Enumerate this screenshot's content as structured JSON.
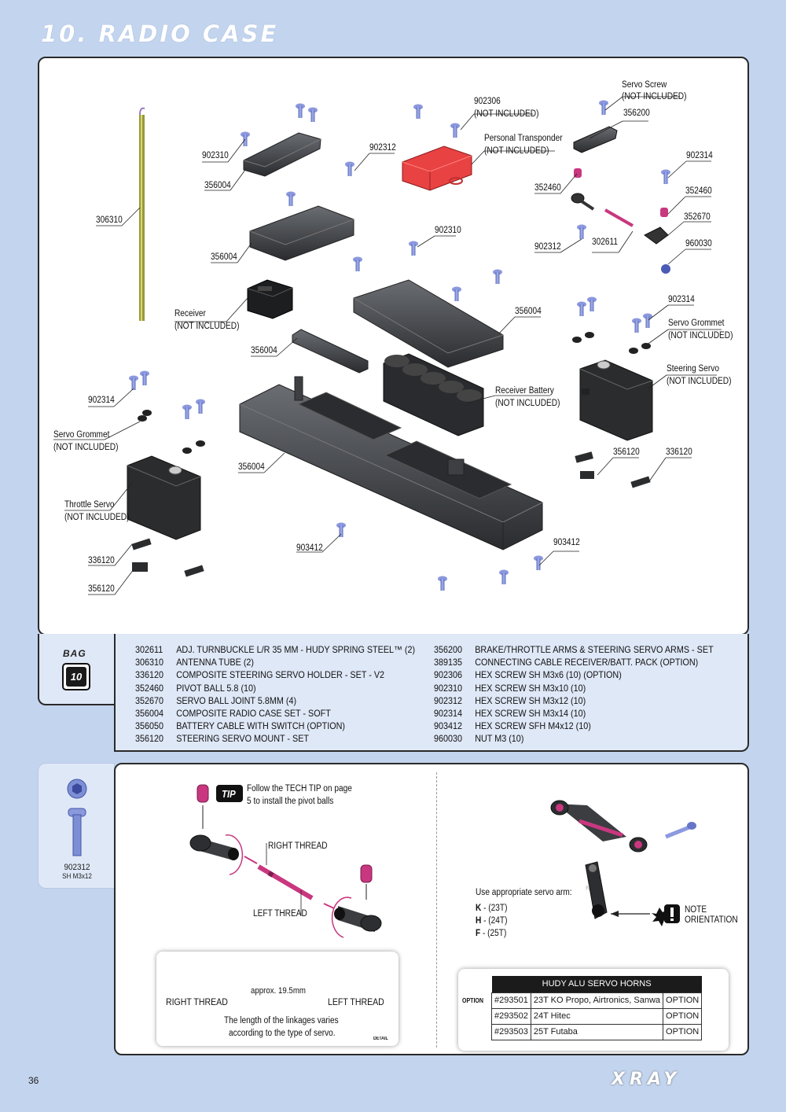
{
  "header": {
    "title": "10. RADIO CASE"
  },
  "diagram": {
    "labels": {
      "servo_screw": "Servo Screw",
      "servo_screw_ni": "(NOT INCLUDED)",
      "p356200": "356200",
      "p902306": "902306",
      "p902306_ni": "(NOT INCLUDED)",
      "transponder": "Personal Transponder",
      "transponder_ni": "(NOT INCLUDED)",
      "p902312_a": "902312",
      "p902310_a": "902310",
      "p356004_a": "356004",
      "p902314_a": "902314",
      "p352460_a": "352460",
      "p352460_b": "352460",
      "p352670": "352670",
      "p306310": "306310",
      "p902310_b": "902310",
      "p356004_b": "356004",
      "p902312_b": "902312",
      "p302611": "302611",
      "p960030": "960030",
      "receiver": "Receiver",
      "receiver_ni": "(NOT INCLUDED)",
      "p356004_c": "356004",
      "p356004_d": "356004",
      "p902314_b": "902314",
      "servo_grommet_r": "Servo Grommet",
      "servo_grommet_r_ni": "(NOT INCLUDED)",
      "steering_servo": "Steering Servo",
      "steering_servo_ni": "(NOT INCLUDED)",
      "receiver_battery": "Receiver Battery",
      "receiver_battery_ni": "(NOT INCLUDED)",
      "p902314_c": "902314",
      "servo_grommet_l": "Servo Grommet",
      "servo_grommet_l_ni": "(NOT INCLUDED)",
      "p356004_e": "356004",
      "p356120_a": "356120",
      "p336120_a": "336120",
      "throttle_servo": "Throttle Servo",
      "throttle_servo_ni": "(NOT INCLUDED)",
      "p903412_a": "903412",
      "p903412_b": "903412",
      "p336120_b": "336120",
      "p356120_b": "356120"
    }
  },
  "bag": {
    "word": "BAG",
    "number": "10"
  },
  "parts_left": [
    {
      "code": "302611",
      "desc": "ADJ. TURNBUCKLE L/R 35 MM  - HUDY SPRING STEEL™ (2)"
    },
    {
      "code": "306310",
      "desc": "ANTENNA TUBE (2)"
    },
    {
      "code": "336120",
      "desc": "COMPOSITE STEERING SERVO HOLDER - SET - V2"
    },
    {
      "code": "352460",
      "desc": "PIVOT BALL 5.8 (10)"
    },
    {
      "code": "352670",
      "desc": "SERVO BALL JOINT  5.8MM (4)"
    },
    {
      "code": "356004",
      "desc": "COMPOSITE RADIO CASE SET - SOFT"
    },
    {
      "code": "356050",
      "desc": "BATTERY CABLE WITH SWITCH (OPTION)"
    },
    {
      "code": "356120",
      "desc": "STEERING SERVO MOUNT - SET"
    }
  ],
  "parts_right": [
    {
      "code": "356200",
      "desc": "BRAKE/THROTTLE ARMS & STEERING SERVO ARMS - SET"
    },
    {
      "code": "389135",
      "desc": "CONNECTING CABLE  RECEIVER/BATT. PACK (OPTION)"
    },
    {
      "code": "902306",
      "desc": "HEX SCREW  SH M3x6  (10) (OPTION)"
    },
    {
      "code": "902310",
      "desc": "HEX SCREW  SH M3x10  (10)"
    },
    {
      "code": "902312",
      "desc": "HEX SCREW  SH M3x12  (10)"
    },
    {
      "code": "902314",
      "desc": "HEX SCREW  SH M3x14  (10)"
    },
    {
      "code": "903412",
      "desc": "HEX SCREW  SFH M4x12  (10)"
    },
    {
      "code": "960030",
      "desc": "NUT M3  (10)"
    }
  ],
  "side": {
    "code": "902312",
    "sub": "SH M3x12"
  },
  "tip": {
    "badge": "TIP",
    "line1": "Follow the TECH TIP on page",
    "line2": "5 to install the pivot balls",
    "right_thread": "RIGHT  THREAD",
    "left_thread": "LEFT  THREAD"
  },
  "detail": {
    "approx": "approx. 19.5mm",
    "right_thread": "RIGHT  THREAD",
    "left_thread": "LEFT  THREAD",
    "note1": "The length of the linkages varies",
    "note2": "according to the type of servo.",
    "badge": "DETAIL"
  },
  "servo_arm": {
    "use": "Use appropriate servo arm:",
    "k_key": "K",
    "k_val": " - (23T)",
    "h_key": "H",
    "h_val": " - (24T)",
    "f_key": "F",
    "f_val": " - (25T)",
    "note1": "NOTE",
    "note2": "ORIENTATION",
    "arm_letter": "K"
  },
  "option": {
    "badge": "OPTION",
    "table_title": "HUDY ALU SERVO HORNS",
    "rows": [
      {
        "code": "#293501",
        "desc": "23T KO Propo, Airtronics, Sanwa",
        "tag": "OPTION"
      },
      {
        "code": "#293502",
        "desc": "24T Hitec",
        "tag": "OPTION"
      },
      {
        "code": "#293503",
        "desc": "25T Futaba",
        "tag": "OPTION"
      }
    ]
  },
  "footer": {
    "page": "36",
    "logo": "XRAY"
  },
  "colors": {
    "background": "#c3d4ee",
    "tab": "#dfe8f7",
    "screw": "#7d8fd4",
    "pink": "#c8377f",
    "transponder": "#e03c3c",
    "part": "#3b3d40"
  }
}
